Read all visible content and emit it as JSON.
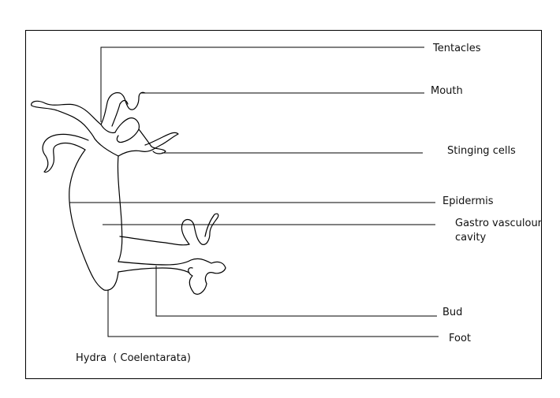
{
  "diagram": {
    "caption": "Hydra  ( Coelentarata)",
    "labels": {
      "tentacles": "Tentacles",
      "mouth": "Mouth",
      "stinging_cells": "Stinging cells",
      "epidermis": "Epidermis",
      "gastro_line1": "Gastro vasculour",
      "gastro_line2": "cavity",
      "bud": "Bud",
      "foot": "Foot"
    },
    "colors": {
      "stroke": "#000000",
      "background": "#ffffff"
    }
  }
}
